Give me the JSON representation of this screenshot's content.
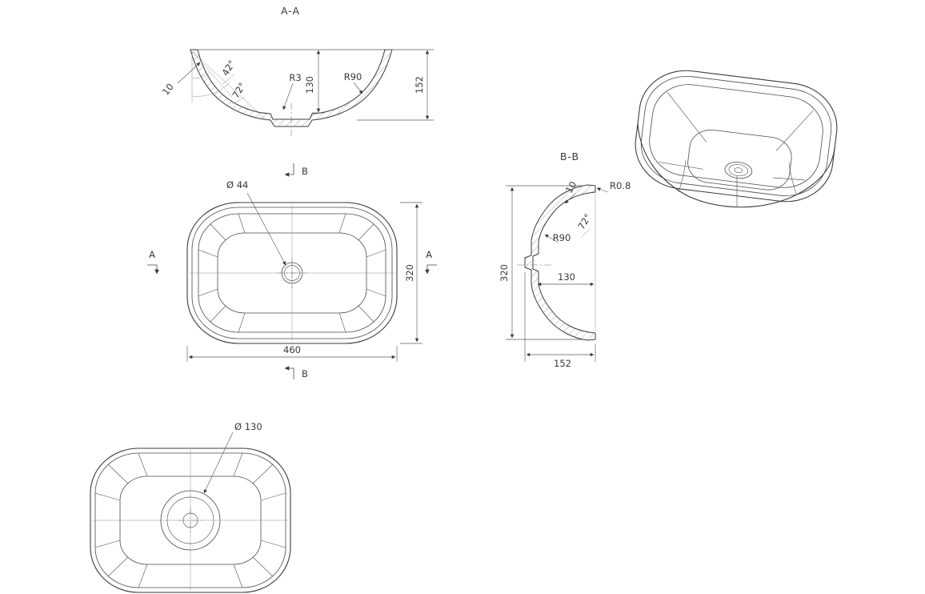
{
  "drawing": {
    "background": "#ffffff",
    "line_color": "#3c3c3c"
  },
  "section_aa": {
    "title": "A-A",
    "dim_thickness": "10",
    "dim_angle_upper": "42°",
    "dim_angle_lower": "72°",
    "dim_radius_inner": "R3",
    "dim_depth": "130",
    "dim_radius_bowl": "R90",
    "dim_height": "152"
  },
  "plan_view": {
    "dim_drain": "Ø 44",
    "dim_length": "460",
    "dim_width": "320",
    "marker_a": "A",
    "marker_b": "B"
  },
  "section_bb": {
    "title": "B-B",
    "dim_thickness": "10",
    "dim_radius_rim": "R0.8",
    "dim_angle": "72°",
    "dim_radius_bowl": "R90",
    "dim_depth": "130",
    "dim_width": "320",
    "dim_height": "152"
  },
  "bottom_view": {
    "dim_drain": "Ø 130"
  }
}
